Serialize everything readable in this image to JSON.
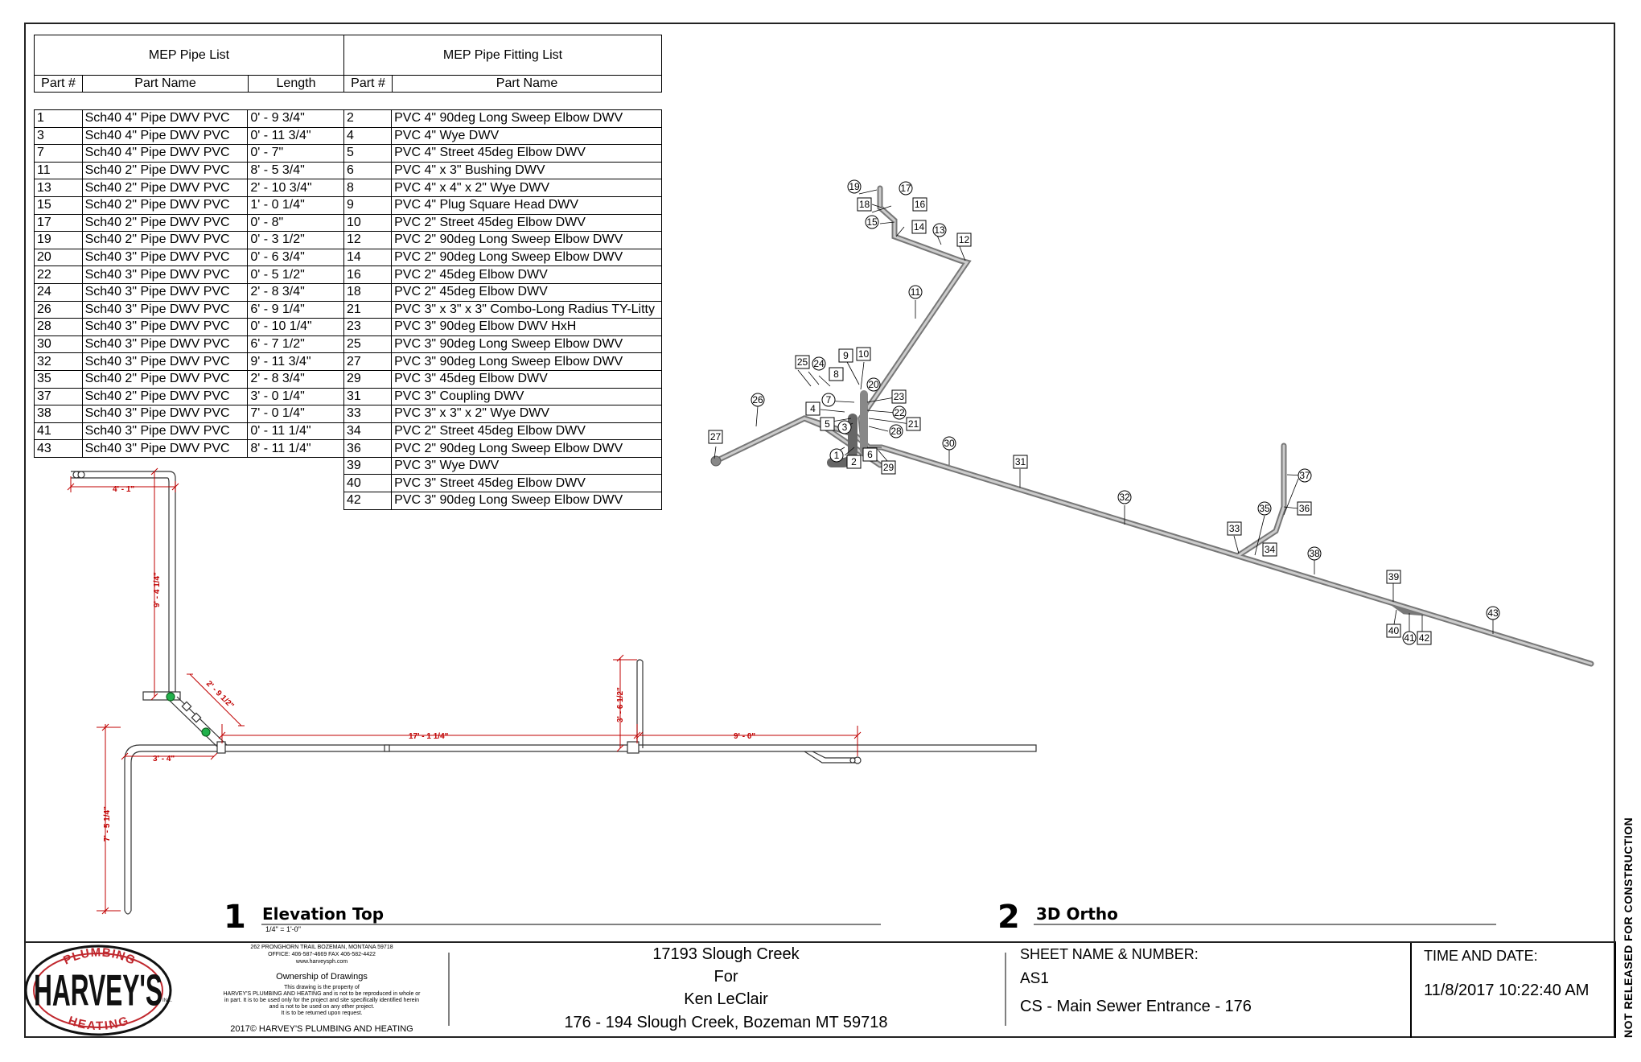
{
  "pipe_list": {
    "title": "MEP Pipe List",
    "columns": [
      "Part #",
      "Part Name",
      "Length"
    ],
    "rows": [
      [
        "1",
        "Sch40 4\" Pipe DWV PVC",
        "0' - 9 3/4\""
      ],
      [
        "3",
        "Sch40 4\" Pipe DWV PVC",
        "0' - 11 3/4\""
      ],
      [
        "7",
        "Sch40 4\" Pipe DWV PVC",
        "0' - 7\""
      ],
      [
        "11",
        "Sch40 2\" Pipe DWV PVC",
        "8' - 5 3/4\""
      ],
      [
        "13",
        "Sch40 2\" Pipe DWV PVC",
        "2' - 10 3/4\""
      ],
      [
        "15",
        "Sch40 2\" Pipe DWV PVC",
        "1' - 0 1/4\""
      ],
      [
        "17",
        "Sch40 2\" Pipe DWV PVC",
        "0' - 8\""
      ],
      [
        "19",
        "Sch40 2\" Pipe DWV PVC",
        "0' - 3 1/2\""
      ],
      [
        "20",
        "Sch40 3\" Pipe DWV PVC",
        "0' - 6 3/4\""
      ],
      [
        "22",
        "Sch40 3\" Pipe DWV PVC",
        "0' - 5 1/2\""
      ],
      [
        "24",
        "Sch40 3\" Pipe DWV PVC",
        "2' - 8 3/4\""
      ],
      [
        "26",
        "Sch40 3\" Pipe DWV PVC",
        "6' - 9 1/4\""
      ],
      [
        "28",
        "Sch40 3\" Pipe DWV PVC",
        "0' - 10 1/4\""
      ],
      [
        "30",
        "Sch40 3\" Pipe DWV PVC",
        "6' - 7 1/2\""
      ],
      [
        "32",
        "Sch40 3\" Pipe DWV PVC",
        "9' - 11 3/4\""
      ],
      [
        "35",
        "Sch40 2\" Pipe DWV PVC",
        "2' - 8 3/4\""
      ],
      [
        "37",
        "Sch40 2\" Pipe DWV PVC",
        "3' - 0 1/4\""
      ],
      [
        "38",
        "Sch40 3\" Pipe DWV PVC",
        "7' - 0 1/4\""
      ],
      [
        "41",
        "Sch40 3\" Pipe DWV PVC",
        "0' - 11 1/4\""
      ],
      [
        "43",
        "Sch40 3\" Pipe DWV PVC",
        "8' - 11 1/4\""
      ]
    ]
  },
  "fitting_list": {
    "title": "MEP Pipe Fitting List",
    "columns": [
      "Part #",
      "Part Name"
    ],
    "rows": [
      [
        "2",
        "PVC 4\" 90deg Long Sweep Elbow DWV"
      ],
      [
        "4",
        " PVC 4\" Wye  DWV"
      ],
      [
        "5",
        "PVC 4\" Street 45deg Elbow DWV"
      ],
      [
        "6",
        "PVC 4\" x 3\" Bushing DWV"
      ],
      [
        "8",
        "PVC 4\" x 4\" x 2\" Wye DWV"
      ],
      [
        "9",
        "PVC 4\" Plug Square Head DWV"
      ],
      [
        "10",
        "PVC 2\" Street 45deg Elbow DWV"
      ],
      [
        "12",
        "PVC 2\" 90deg Long Sweep Elbow DWV"
      ],
      [
        "14",
        "PVC 2\" 90deg Long Sweep Elbow DWV"
      ],
      [
        "16",
        "PVC 2\" 45deg Elbow DWV"
      ],
      [
        "18",
        "PVC 2\" 45deg Elbow DWV"
      ],
      [
        "21",
        "PVC 3\" x 3\" x 3\" Combo-Long Radius TY-Litty"
      ],
      [
        "23",
        "PVC 3\" 90deg Elbow DWV HxH"
      ],
      [
        "25",
        "PVC 3\" 90deg Long Sweep Elbow DWV"
      ],
      [
        "27",
        "PVC 3\" 90deg Long Sweep Elbow DWV"
      ],
      [
        "29",
        "PVC 3\" 45deg Elbow DWV"
      ],
      [
        "31",
        "PVC 3\" Coupling DWV"
      ],
      [
        "33",
        "PVC 3\" x 3\" x 2\" Wye DWV"
      ],
      [
        "34",
        "PVC 2\" Street 45deg Elbow DWV"
      ],
      [
        "36",
        "PVC 2\" 90deg Long Sweep Elbow DWV"
      ],
      [
        "39",
        " PVC 3\" Wye  DWV"
      ],
      [
        "40",
        "PVC 3\" Street 45deg Elbow DWV"
      ],
      [
        "42",
        "PVC 3\" 90deg Long Sweep Elbow DWV"
      ]
    ]
  },
  "elevation_dims": [
    "4' - 1\"",
    "9' - 4 1/4\"",
    "2' - 9 1/2\"",
    "3' - 4\"",
    "7' - 5 1/4\"",
    "17' - 1 1/4\"",
    "3' - 6 1/2\"",
    "9' - 0\""
  ],
  "ortho_tags": {
    "boxes": [
      "18",
      "16",
      "14",
      "12",
      "10",
      "9",
      "8",
      "25",
      "4",
      "5",
      "2",
      "6",
      "23",
      "21",
      "27",
      "29",
      "31",
      "33",
      "34",
      "36",
      "39",
      "40",
      "42"
    ],
    "circles": [
      "19",
      "17",
      "15",
      "13",
      "11",
      "24",
      "26",
      "7",
      "20",
      "3",
      "22",
      "28",
      "1",
      "30",
      "32",
      "35",
      "37",
      "38",
      "41",
      "43"
    ]
  },
  "views": {
    "view1_number": "1",
    "view1_title": "Elevation Top",
    "view1_scale": "1/4\" = 1'-0\"",
    "view2_number": "2",
    "view2_title": "3D Ortho"
  },
  "title_block": {
    "logo_top": "PLUMBING",
    "logo_main": "HARVEY'S",
    "logo_inc": "INC.",
    "logo_bottom": "HEATING",
    "address": "262 PRONGHORN TRAIL BOZEMAN, MONTANA 59718",
    "phone": "OFFICE: 406-587-4669 FAX 406-582-4422",
    "website": "www.harveysph.com",
    "ownership_title": "Ownership of Drawings",
    "ownership_1": "This drawing is the property of",
    "ownership_2": "HARVEY'S PLUMBING AND HEATING and is not to be reproduced in whole or",
    "ownership_3": "in part. It is to be used only for the project and site specifically identified herein",
    "ownership_4": "and is not to be used on any other project.",
    "ownership_5": "It is to be returned upon request.",
    "copyright": "2017© HARVEY'S PLUMBING AND HEATING",
    "project_line1": "17193 Slough Creek",
    "project_line2": "For",
    "project_line3": "Ken LeClair",
    "project_line4": "176 - 194 Slough Creek, Bozeman MT 59718",
    "sheet_label": "SHEET NAME & NUMBER:",
    "sheet_number": "AS1",
    "sheet_name": "CS - Main Sewer Entrance - 176",
    "time_label": "TIME AND DATE:",
    "time_value": "11/8/2017 10:22:40 AM"
  },
  "stamp": "NOT RELEASED FOR CONSTRUCTION"
}
